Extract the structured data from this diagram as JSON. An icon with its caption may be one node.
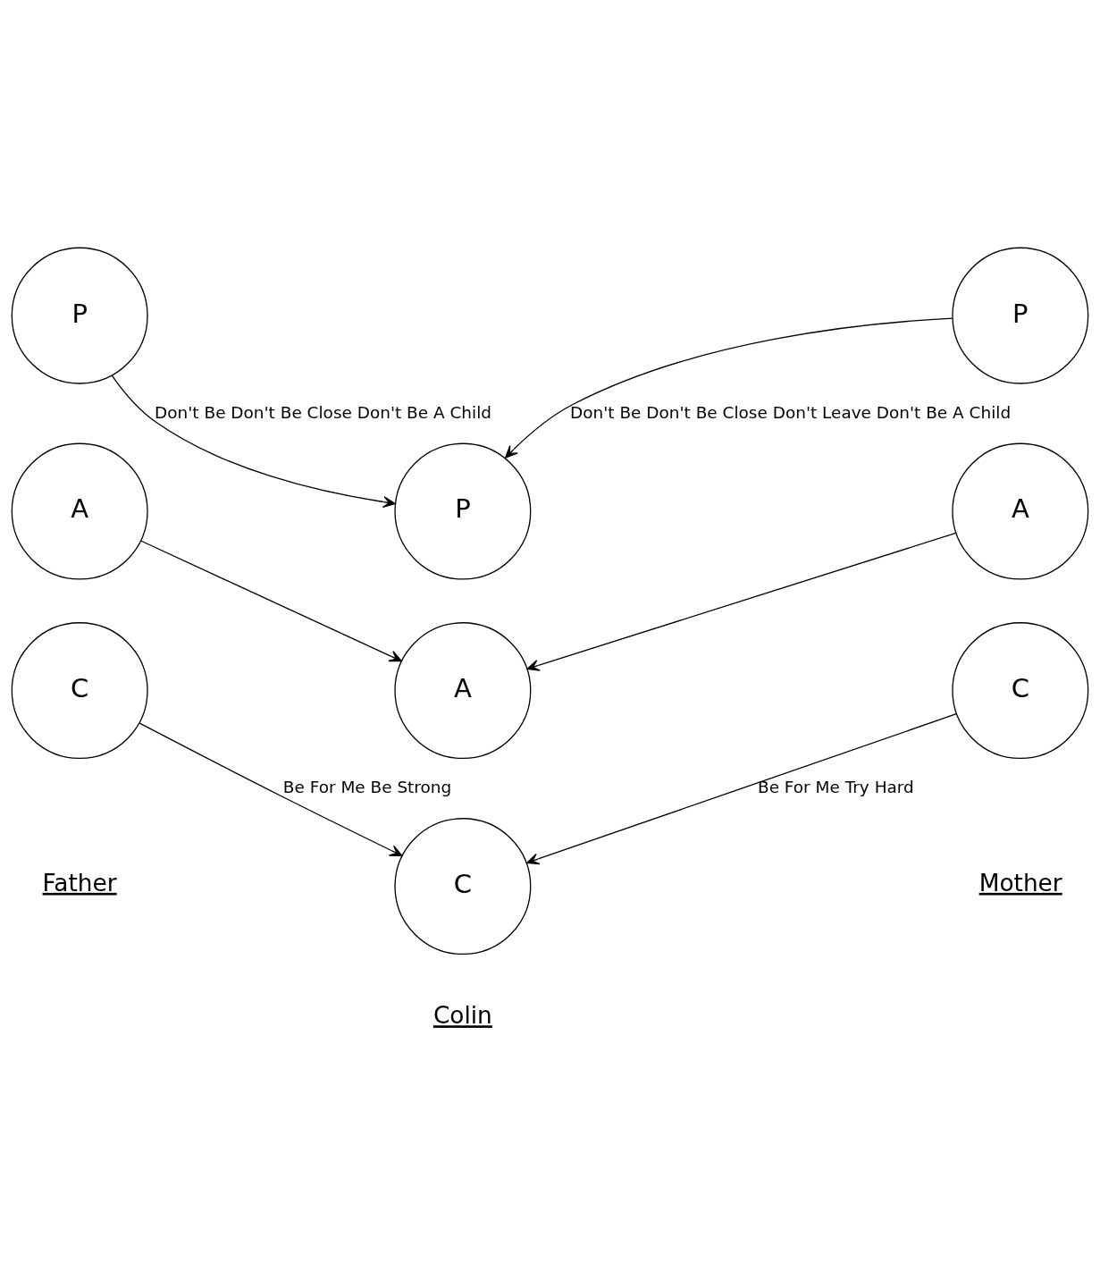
{
  "diagram": {
    "nodes": [
      {
        "text": [
          "P"
        ]
      },
      {
        "text": [
          "A"
        ]
      },
      {
        "text": [
          "C"
        ]
      },
      {
        "text": [
          "P"
        ]
      },
      {
        "text": [
          "A"
        ]
      },
      {
        "text": [
          "C"
        ]
      },
      {
        "text": [
          "P"
        ]
      },
      {
        "text": [
          "A"
        ]
      },
      {
        "text": [
          "C"
        ]
      }
    ],
    "edges": [
      {
        "from": 0,
        "to": 3,
        "arrow": "to",
        "label": "Don't Be Don't Be Close Don't Be A Child"
      },
      {
        "from": 6,
        "to": 3,
        "arrow": "to",
        "label": "Don't Be Don't Be Close Don't Leave Don't Be A Child"
      },
      {
        "from": 1,
        "to": 4,
        "arrow": "to"
      },
      {
        "from": 7,
        "to": 4,
        "arrow": "to"
      },
      {
        "from": 2,
        "to": 5,
        "arrow": "to",
        "label": "Be For Me Be Strong"
      },
      {
        "from": 8,
        "to": 5,
        "arrow": "to",
        "label": "Be For Me Try Hard"
      }
    ],
    "labels": [
      "Father",
      "Mother",
      "Colin"
    ]
  }
}
